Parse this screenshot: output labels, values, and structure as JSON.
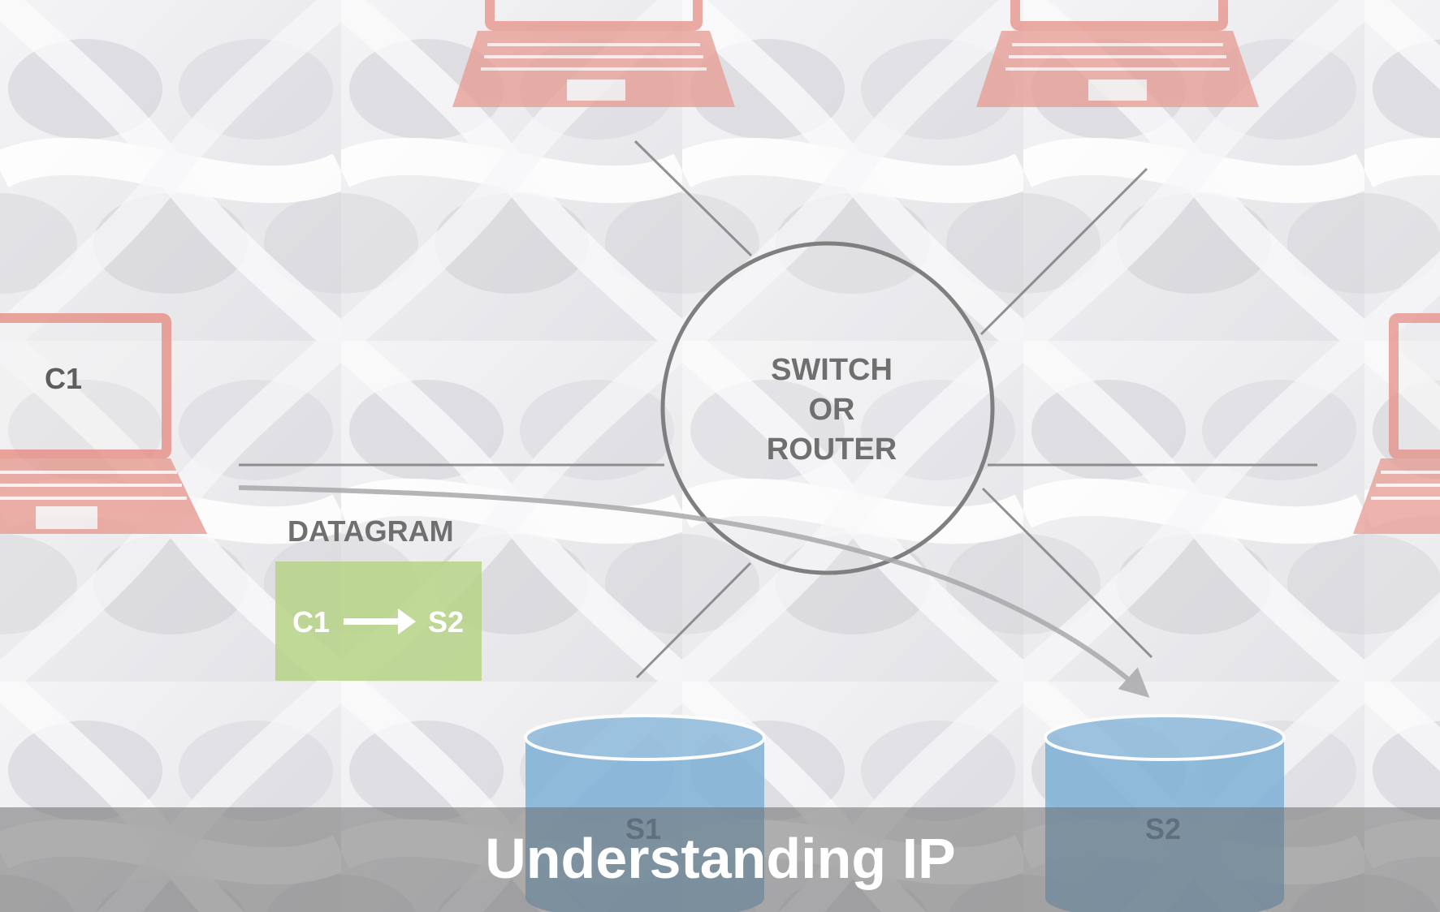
{
  "diagram": {
    "nodes": {
      "c1": "C1",
      "switch": [
        "SWITCH",
        "OR",
        "ROUTER"
      ],
      "s1": "S1",
      "s2": "S2"
    },
    "datagram": {
      "heading": "DATAGRAM",
      "from": "C1",
      "to": "S2"
    }
  },
  "caption": {
    "title": "Understanding IP"
  },
  "colors": {
    "laptop": "#e79b92",
    "server": "#7fb1d6",
    "datagram_box": "#b7d486",
    "line": "#7f7f7f",
    "caption_bar": "#6e6e6e"
  }
}
